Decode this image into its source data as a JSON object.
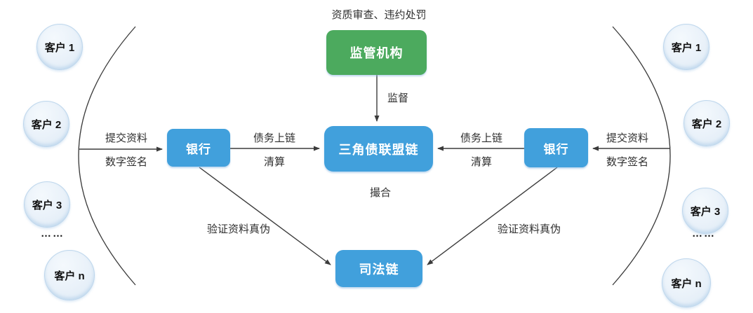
{
  "diagram": {
    "title_caption": "资质审查、违约处罚",
    "regulator": {
      "label": "监管机构",
      "supervise_label": "监督"
    },
    "chain": {
      "label": "三角债联盟链",
      "matchmaking_label": "撮合"
    },
    "judicial": {
      "label": "司法链"
    },
    "left_group": {
      "customers": [
        "客户 1",
        "客户 2",
        "客户 3",
        "客户 n"
      ],
      "ellipsis": "……",
      "bank_label": "银行",
      "submit_label": "提交资料",
      "signature_label": "数字签名",
      "debt_label": "债务上链",
      "settle_label": "清算",
      "verify_label": "验证资料真伪"
    },
    "right_group": {
      "customers": [
        "客户 1",
        "客户 2",
        "客户 3",
        "客户 n"
      ],
      "ellipsis": "……",
      "bank_label": "银行",
      "submit_label": "提交资料",
      "signature_label": "数字签名",
      "debt_label": "债务上链",
      "settle_label": "清算",
      "verify_label": "验证资料真伪"
    },
    "colors": {
      "node_blue": "#41a0dc",
      "node_green": "#4caa5e",
      "client_fill": "#e9f1f9",
      "client_border": "#bdd6ec",
      "arrow": "#3b3b3b",
      "label_text": "#2f2f2f"
    }
  }
}
